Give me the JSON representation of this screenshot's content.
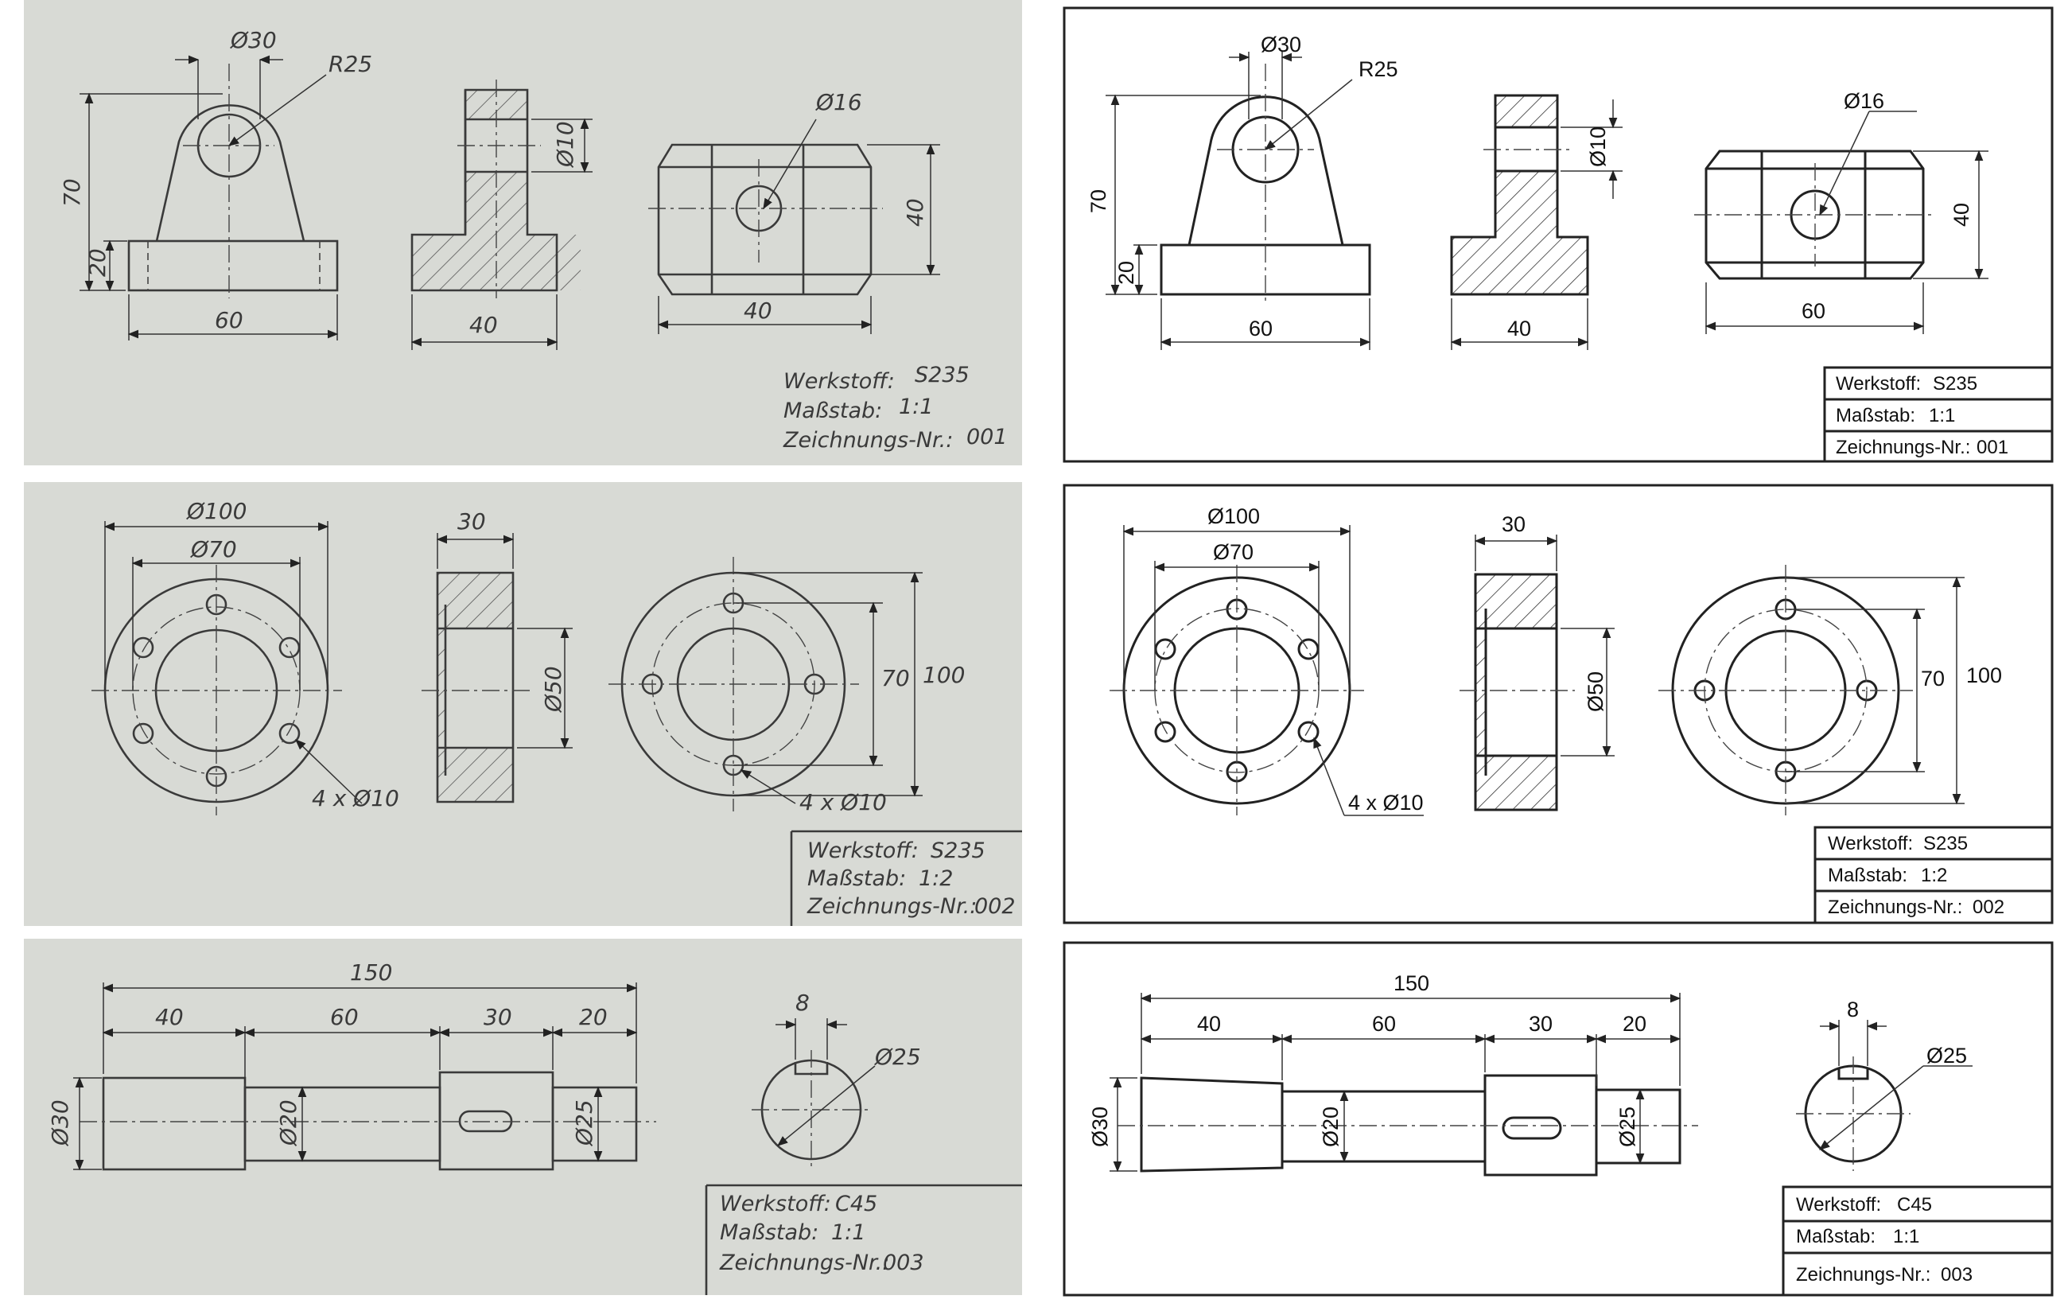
{
  "sheets": [
    {
      "id": "001",
      "dims": {
        "hole_dia": "Ø30",
        "radius": "R25",
        "height": "70",
        "base_height": "20",
        "width_front": "60",
        "bore_side": "Ø10",
        "width_side": "40",
        "pin_dia": "Ø16",
        "top_height": "40",
        "top_width_sketch": "40",
        "top_width_cad": "60"
      },
      "title_block": {
        "material_label": "Werkstoff:",
        "material": "S235",
        "scale_label": "Maßstab:",
        "scale": "1:1",
        "drawing_no_label": "Zeichnungs-Nr.:",
        "drawing_no": "001"
      }
    },
    {
      "id": "002",
      "dims": {
        "outer_dia": "Ø100",
        "pcd": "Ø70",
        "holes": "4 x Ø10",
        "thickness": "30",
        "bore": "Ø50",
        "pcd_right": "70",
        "outer_right": "100"
      },
      "title_block": {
        "material_label": "Werkstoff:",
        "material": "S235",
        "scale_label": "Maßstab:",
        "scale": "1:2",
        "drawing_no_label": "Zeichnungs-Nr.:",
        "drawing_no": "002"
      }
    },
    {
      "id": "003",
      "dims": {
        "total_length": "150",
        "seg1": "40",
        "seg2": "60",
        "seg3": "30",
        "seg4": "20",
        "dia1": "Ø30",
        "dia2": "Ø20",
        "dia3": "Ø25",
        "key_width": "8",
        "section_dia": "Ø25"
      },
      "title_block": {
        "material_label": "Werkstoff:",
        "material": "C45",
        "scale_label": "Maßstab:",
        "scale": "1:1",
        "drawing_no_label": "Zeichnungs-Nr.:",
        "drawing_no": "003"
      }
    }
  ],
  "colors": {
    "paper": "#d7dad5",
    "pencil": "#3a3a3a",
    "ink": "#111111",
    "frame": "#222222"
  }
}
